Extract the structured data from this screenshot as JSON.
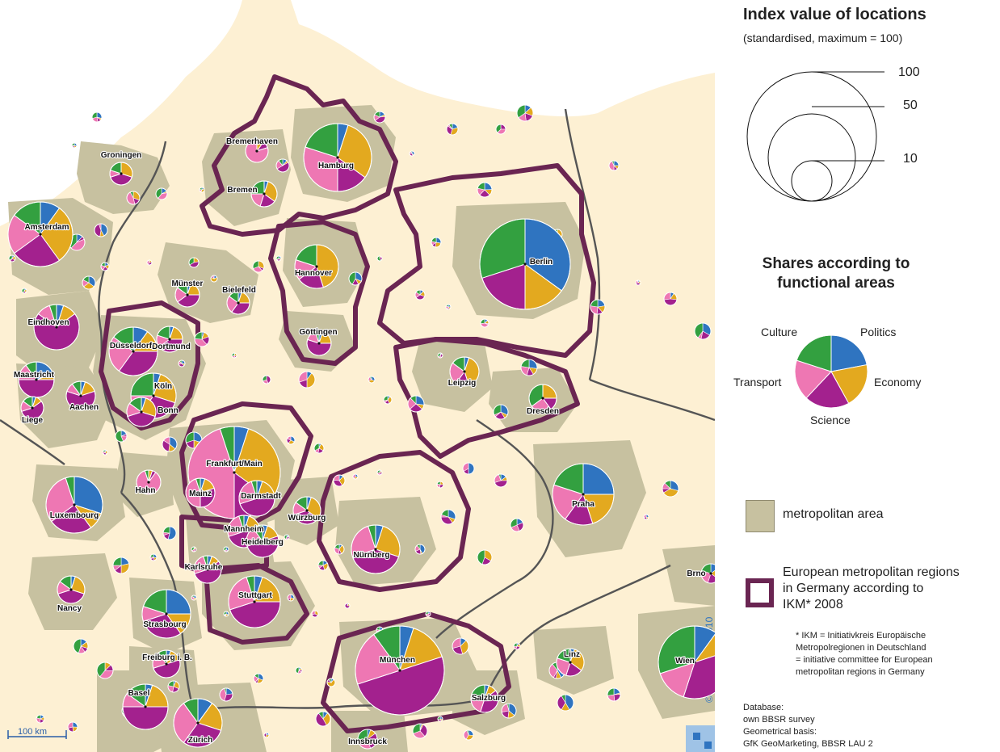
{
  "colors": {
    "politics": "#2f74c0",
    "economy": "#e3a91f",
    "science": "#a3218e",
    "transport": "#ee77b3",
    "culture": "#33a040",
    "metro_fill": "#c7c1a0",
    "background": "#fdf0d3",
    "sea": "#ffffff",
    "region_outline": "#6a2552",
    "border_line": "#555555"
  },
  "legend": {
    "index_title": "Index value of locations",
    "index_subtitle": "(standardised, maximum = 100)",
    "index_values": [
      "100",
      "50",
      "10"
    ],
    "shares_title_line1": "Shares according to",
    "shares_title_line2": "functional areas",
    "shares_labels": {
      "culture": "Culture",
      "politics": "Politics",
      "economy": "Economy",
      "science": "Science",
      "transport": "Transport"
    },
    "metro_area_label": "metropolitan area",
    "region_label_line1": "European metropolitan regions",
    "region_label_line2": "in Germany according to",
    "region_label_line3": "IKM* 2008",
    "footnote_line1": "* IKM = Initiativkreis Europäische",
    "footnote_line2": "Metropolregionen in Deutschland",
    "footnote_line3": "= initiative committee for European",
    "footnote_line4": "metropolitan regions in Germany",
    "database_line1": "Database:",
    "database_line2": "own BBSR survey",
    "database_line3": "Geometrical basis:",
    "database_line4": "GfK GeoMarketing, BBSR LAU 2"
  },
  "scale_bar": "100 km",
  "copyright": "© BBSR Bonn 2010",
  "cities": [
    "Groningen",
    "Bremerhaven",
    "Hamburg",
    "Bremen",
    "Amsterdam",
    "Berlin",
    "Hannover",
    "Münster",
    "Bielefeld",
    "Eindhoven",
    "Dortmund",
    "Göttingen",
    "Düsseldorf",
    "Maastricht",
    "Köln",
    "Leipzig",
    "Aachen",
    "Liege",
    "Bonn",
    "Dresden",
    "Frankfurt/Main",
    "Hahn",
    "Mainz",
    "Darmstadt",
    "Luxembourg",
    "Würzburg",
    "Praha",
    "Mannheim",
    "Heidelberg",
    "Nürnberg",
    "Karlsruhe",
    "Brno",
    "Stuttgart",
    "Nancy",
    "Strasbourg",
    "Linz",
    "Wien",
    "Freiburg i. B.",
    "München",
    "Salzburg",
    "Basel",
    "Zürich",
    "Innsbruck"
  ]
}
